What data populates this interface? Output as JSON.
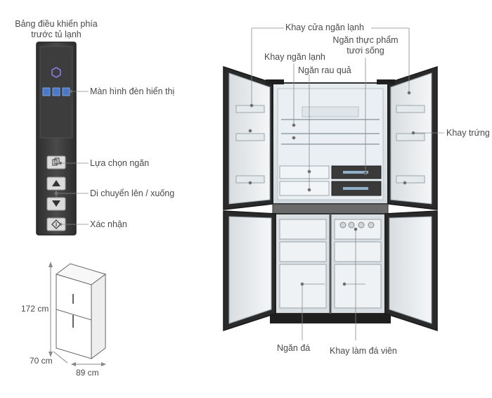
{
  "panel": {
    "title": "Bảng điều khiển phía trước tủ lạnh",
    "labels": {
      "display": "Màn hình đèn hiển thị",
      "select": "Lựa chọn ngăn",
      "move": "Di chuyển lên / xuống",
      "confirm": "Xác nhận"
    }
  },
  "fridge": {
    "labels": {
      "door_tray": "Khay cửa ngăn lạnh",
      "fresh_food": "Ngăn thực phẩm tươi sống",
      "cold_tray": "Khay ngăn lạnh",
      "vegetable": "Ngăn rau quả",
      "egg_tray": "Khay trứng",
      "ice_compartment": "Ngăn đá",
      "ice_cube_tray": "Khay làm đá viên"
    }
  },
  "dimensions": {
    "height": "172 cm",
    "depth": "70 cm",
    "width": "89 cm"
  },
  "colors": {
    "frame": "#2b2b2b",
    "panel_bg": "#3a3a3a",
    "leader": "#8a8a8a",
    "led": "#5a9ef0"
  }
}
